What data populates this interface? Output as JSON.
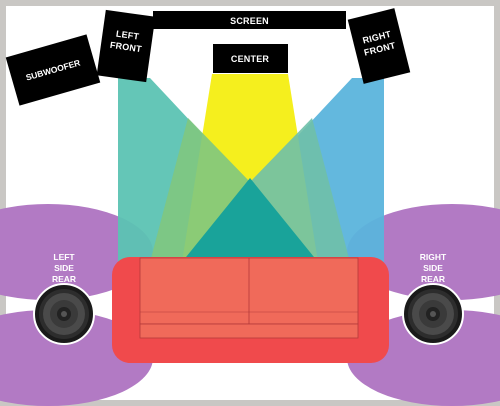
{
  "labels": {
    "screen": "SCREEN",
    "subwoofer": "SUBWOOFER",
    "center": "CENTER",
    "left_front": [
      "LEFT",
      "FRONT"
    ],
    "right_front": [
      "RIGHT",
      "FRONT"
    ],
    "left_side_rear": [
      "LEFT",
      "SIDE",
      "REAR"
    ],
    "right_side_rear": [
      "RIGHT",
      "SIDE",
      "REAR"
    ]
  },
  "colors": {
    "room_wall": "#c9c7c4",
    "floor": "#ffffff",
    "speaker_box": "#000000",
    "center_beam": "#f5ef1e",
    "left_beam": "#5cc3b3",
    "right_beam": "#5bb4dc",
    "overlap_green": "#7fc77f",
    "overlap_teal": "#19a39a",
    "side_lobe": "#b27ac4",
    "sofa": "#f04a4c",
    "sofa_seat": "#f06a5a"
  },
  "icons": {
    "side_speaker": "round-speaker-icon"
  }
}
